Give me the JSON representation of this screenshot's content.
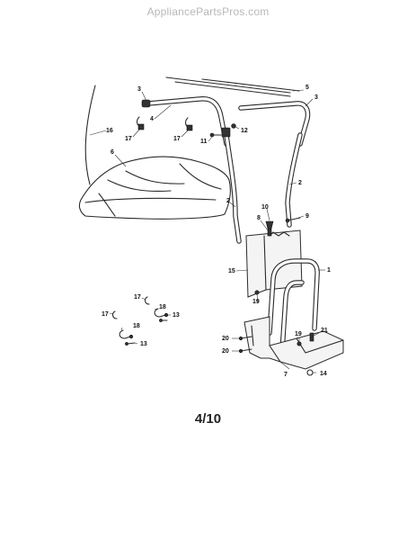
{
  "watermark": "AppliancePartsPros.com",
  "page_number": "4/10",
  "callouts": {
    "c1": "1",
    "c2a": "2",
    "c2b": "2",
    "c3a": "3",
    "c3b": "3",
    "c4": "4",
    "c5": "5",
    "c6": "6",
    "c7": "7",
    "c8": "8",
    "c9": "9",
    "c10": "10",
    "c11": "11",
    "c12": "12",
    "c13a": "13",
    "c13b": "13",
    "c14": "14",
    "c15": "15",
    "c16": "16",
    "c17a": "17",
    "c17b": "17",
    "c17c": "17",
    "c17d": "17",
    "c18a": "18",
    "c18b": "18",
    "c19a": "19",
    "c19b": "19",
    "c20a": "20",
    "c20b": "20",
    "c21": "21"
  }
}
